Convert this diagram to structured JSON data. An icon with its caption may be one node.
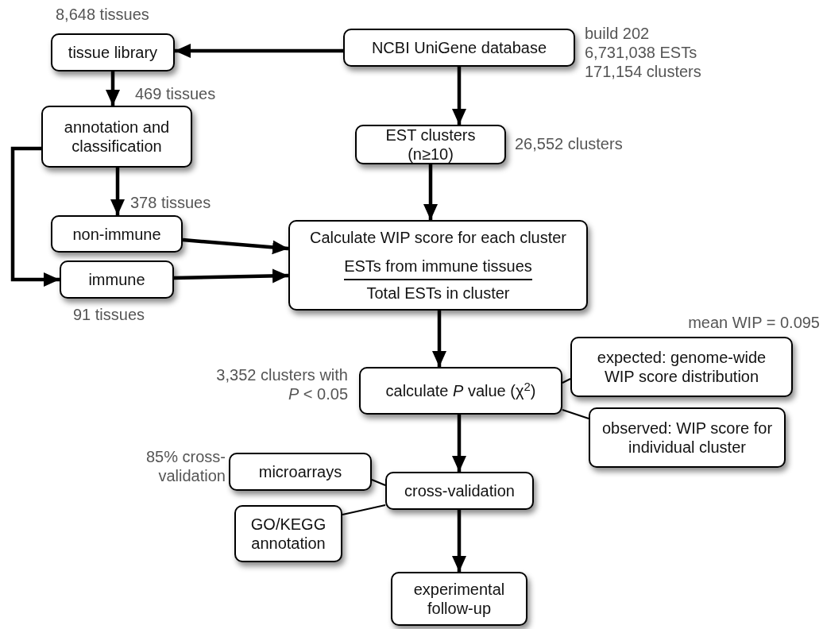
{
  "diagram": {
    "nodes": [
      {
        "text": [
          "NCBI UniGene database"
        ],
        "beside": [
          "build 202 6,731,038 ESTs 171,154 clusters"
        ]
      },
      {
        "text": [
          "tissue library"
        ],
        "beside": [
          "8,648 tissues"
        ]
      },
      {
        "text": [
          "annotation and classification"
        ],
        "beside": [
          "469 tissues"
        ]
      },
      {
        "text": [
          "EST clusters (n≥10)"
        ],
        "beside": [
          "26,552 clusters"
        ]
      },
      {
        "text": [
          "non-immune"
        ],
        "beside": [
          "378 tissues"
        ]
      },
      {
        "text": [
          "immune"
        ],
        "beside": [
          "91 tissues"
        ]
      },
      {
        "text": [
          "Calculate WIP score for each cluster",
          "ESTs from immune tissues",
          "Total ESTs in cluster"
        ]
      },
      {
        "text": [
          "calculate *P* value (χ$^{2}$)"
        ],
        "beside": [
          "3,352 clusters with *P* < 0.05"
        ]
      },
      {
        "text": [
          "expected: genome-wide WIP score distribution"
        ],
        "beside": [
          "mean WIP = 0.095"
        ]
      },
      {
        "text": [
          "observed: WIP score for individual cluster"
        ]
      },
      {
        "text": [
          "microarrays"
        ],
        "beside": [
          "85% cross-validation"
        ]
      },
      {
        "text": [
          "cross-validation"
        ]
      },
      {
        "text": [
          "GO/KEGG annotation"
        ]
      },
      {
        "text": [
          "experimental follow-up"
        ]
      }
    ],
    "edges": [
      {
        "from": 0,
        "to": 1,
        "arrow": "to"
      },
      {
        "from": 0,
        "to": 3,
        "arrow": "to"
      },
      {
        "from": 1,
        "to": 2,
        "arrow": "to"
      },
      {
        "from": 2,
        "to": 4,
        "arrow": "to"
      },
      {
        "from": 2,
        "to": 5,
        "arrow": "to"
      },
      {
        "from": 4,
        "to": 6,
        "arrow": "to"
      },
      {
        "from": 5,
        "to": 6,
        "arrow": "to"
      },
      {
        "from": 3,
        "to": 6,
        "arrow": "to"
      },
      {
        "from": 6,
        "to": 7,
        "arrow": "to"
      },
      {
        "from": 7,
        "to": 8,
        "arrow": "none"
      },
      {
        "from": 7,
        "to": 9,
        "arrow": "none"
      },
      {
        "from": 7,
        "to": 11,
        "arrow": "to"
      },
      {
        "from": 10,
        "to": 11,
        "arrow": "none"
      },
      {
        "from": 12,
        "to": 11,
        "arrow": "none"
      },
      {
        "from": 11,
        "to": 13,
        "arrow": "to"
      }
    ]
  }
}
